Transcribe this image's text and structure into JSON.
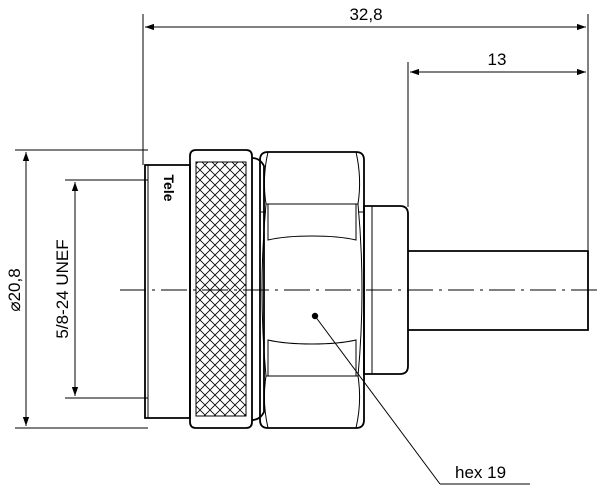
{
  "dimensions": {
    "overall_length": "32,8",
    "cable_length": "13",
    "outer_diameter": "⌀20,8",
    "thread": "5/8-24 UNEF",
    "hex": "hex 19"
  },
  "brand_mark": "Tele"
}
